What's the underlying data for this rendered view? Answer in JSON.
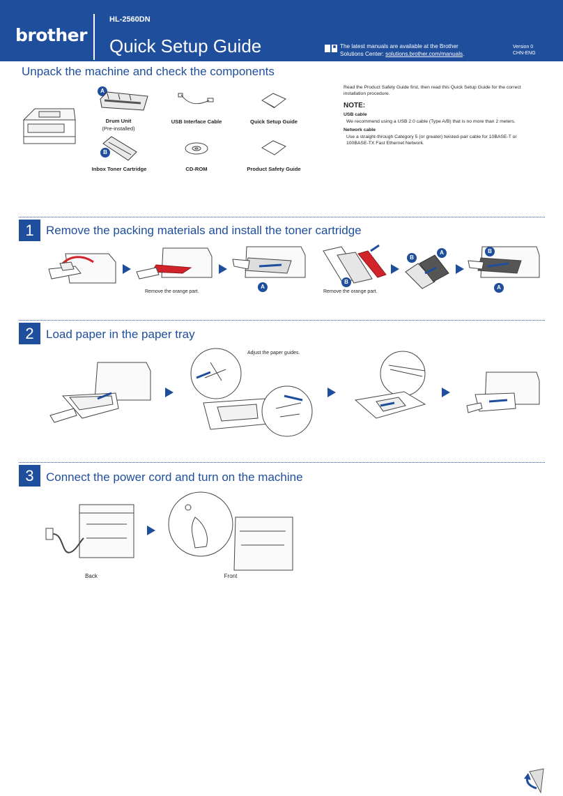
{
  "header": {
    "brand": "brother",
    "model": "HL-2560DN",
    "title": "Quick Setup Guide",
    "manuals_line1": "The latest manuals are available at the Brother",
    "manuals_line2_prefix": "Solutions Center: ",
    "manuals_link": "solutions.brother.com/manuals",
    "manuals_suffix": ".",
    "version": "Version 0",
    "region": "CHN-ENG",
    "icon": "book-icon"
  },
  "unpack": {
    "title": "Unpack the machine and check the components",
    "components": [
      {
        "label": "Drum Unit",
        "sub": "(Pre-installed)",
        "badge": "A"
      },
      {
        "label": "USB Interface Cable"
      },
      {
        "label": "Quick Setup Guide"
      },
      {
        "label": "Inbox Toner Cartridge",
        "badge": "B"
      },
      {
        "label": "CD-ROM"
      },
      {
        "label": "Product Safety Guide"
      }
    ],
    "read_text": "Read the Product Safety Guide first, then read this Quick Setup Guide for the correct installation procedure.",
    "note_title": "NOTE:",
    "usb_title": "USB cable",
    "usb_text": "We recommend using a USB 2.0 cable (Type A/B) that is no more than 2 meters.",
    "network_title": "Network cable",
    "network_text": "Use a straight-through Category 5 (or greater) twisted-pair cable for 10BASE-T or 100BASE-TX Fast Ethernet Network."
  },
  "steps": [
    {
      "num": "1",
      "title": "Remove the packing materials and install the toner cartridge",
      "captions": [
        "Remove the orange part.",
        "Remove the orange part."
      ],
      "badges": [
        "A",
        "B",
        "B",
        "A",
        "B",
        "A"
      ]
    },
    {
      "num": "2",
      "title": "Load paper in the paper tray",
      "captions": [
        "Adjust the paper guides."
      ]
    },
    {
      "num": "3",
      "title": "Connect the power cord and turn on the machine",
      "captions": [
        "Back",
        "Front"
      ]
    }
  ],
  "colors": {
    "brand_blue": "#1f4e9c",
    "orange": "#d2232a"
  }
}
